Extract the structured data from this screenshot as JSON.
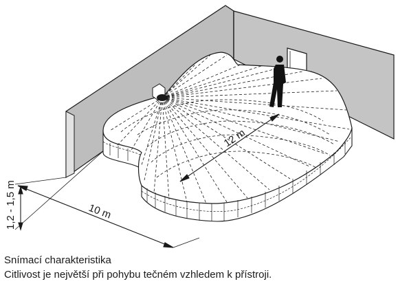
{
  "diagram": {
    "dimensions": {
      "length_label": "12 m",
      "width_label": "10 m",
      "height_label": "1,2 - 1,5 m"
    },
    "colors": {
      "wall": "#bdbdbd",
      "wall_back": "#c4c4c4",
      "line": "#1a1a1a",
      "zone_fill": "#ffffff",
      "person": "#111111"
    },
    "icons": [
      "motion-sensor-icon",
      "person-icon",
      "door-icon"
    ]
  },
  "caption": {
    "title": "Snímací charakteristika",
    "text": "Citlivost je největší při pohybu tečném vzhledem k přístroji."
  }
}
